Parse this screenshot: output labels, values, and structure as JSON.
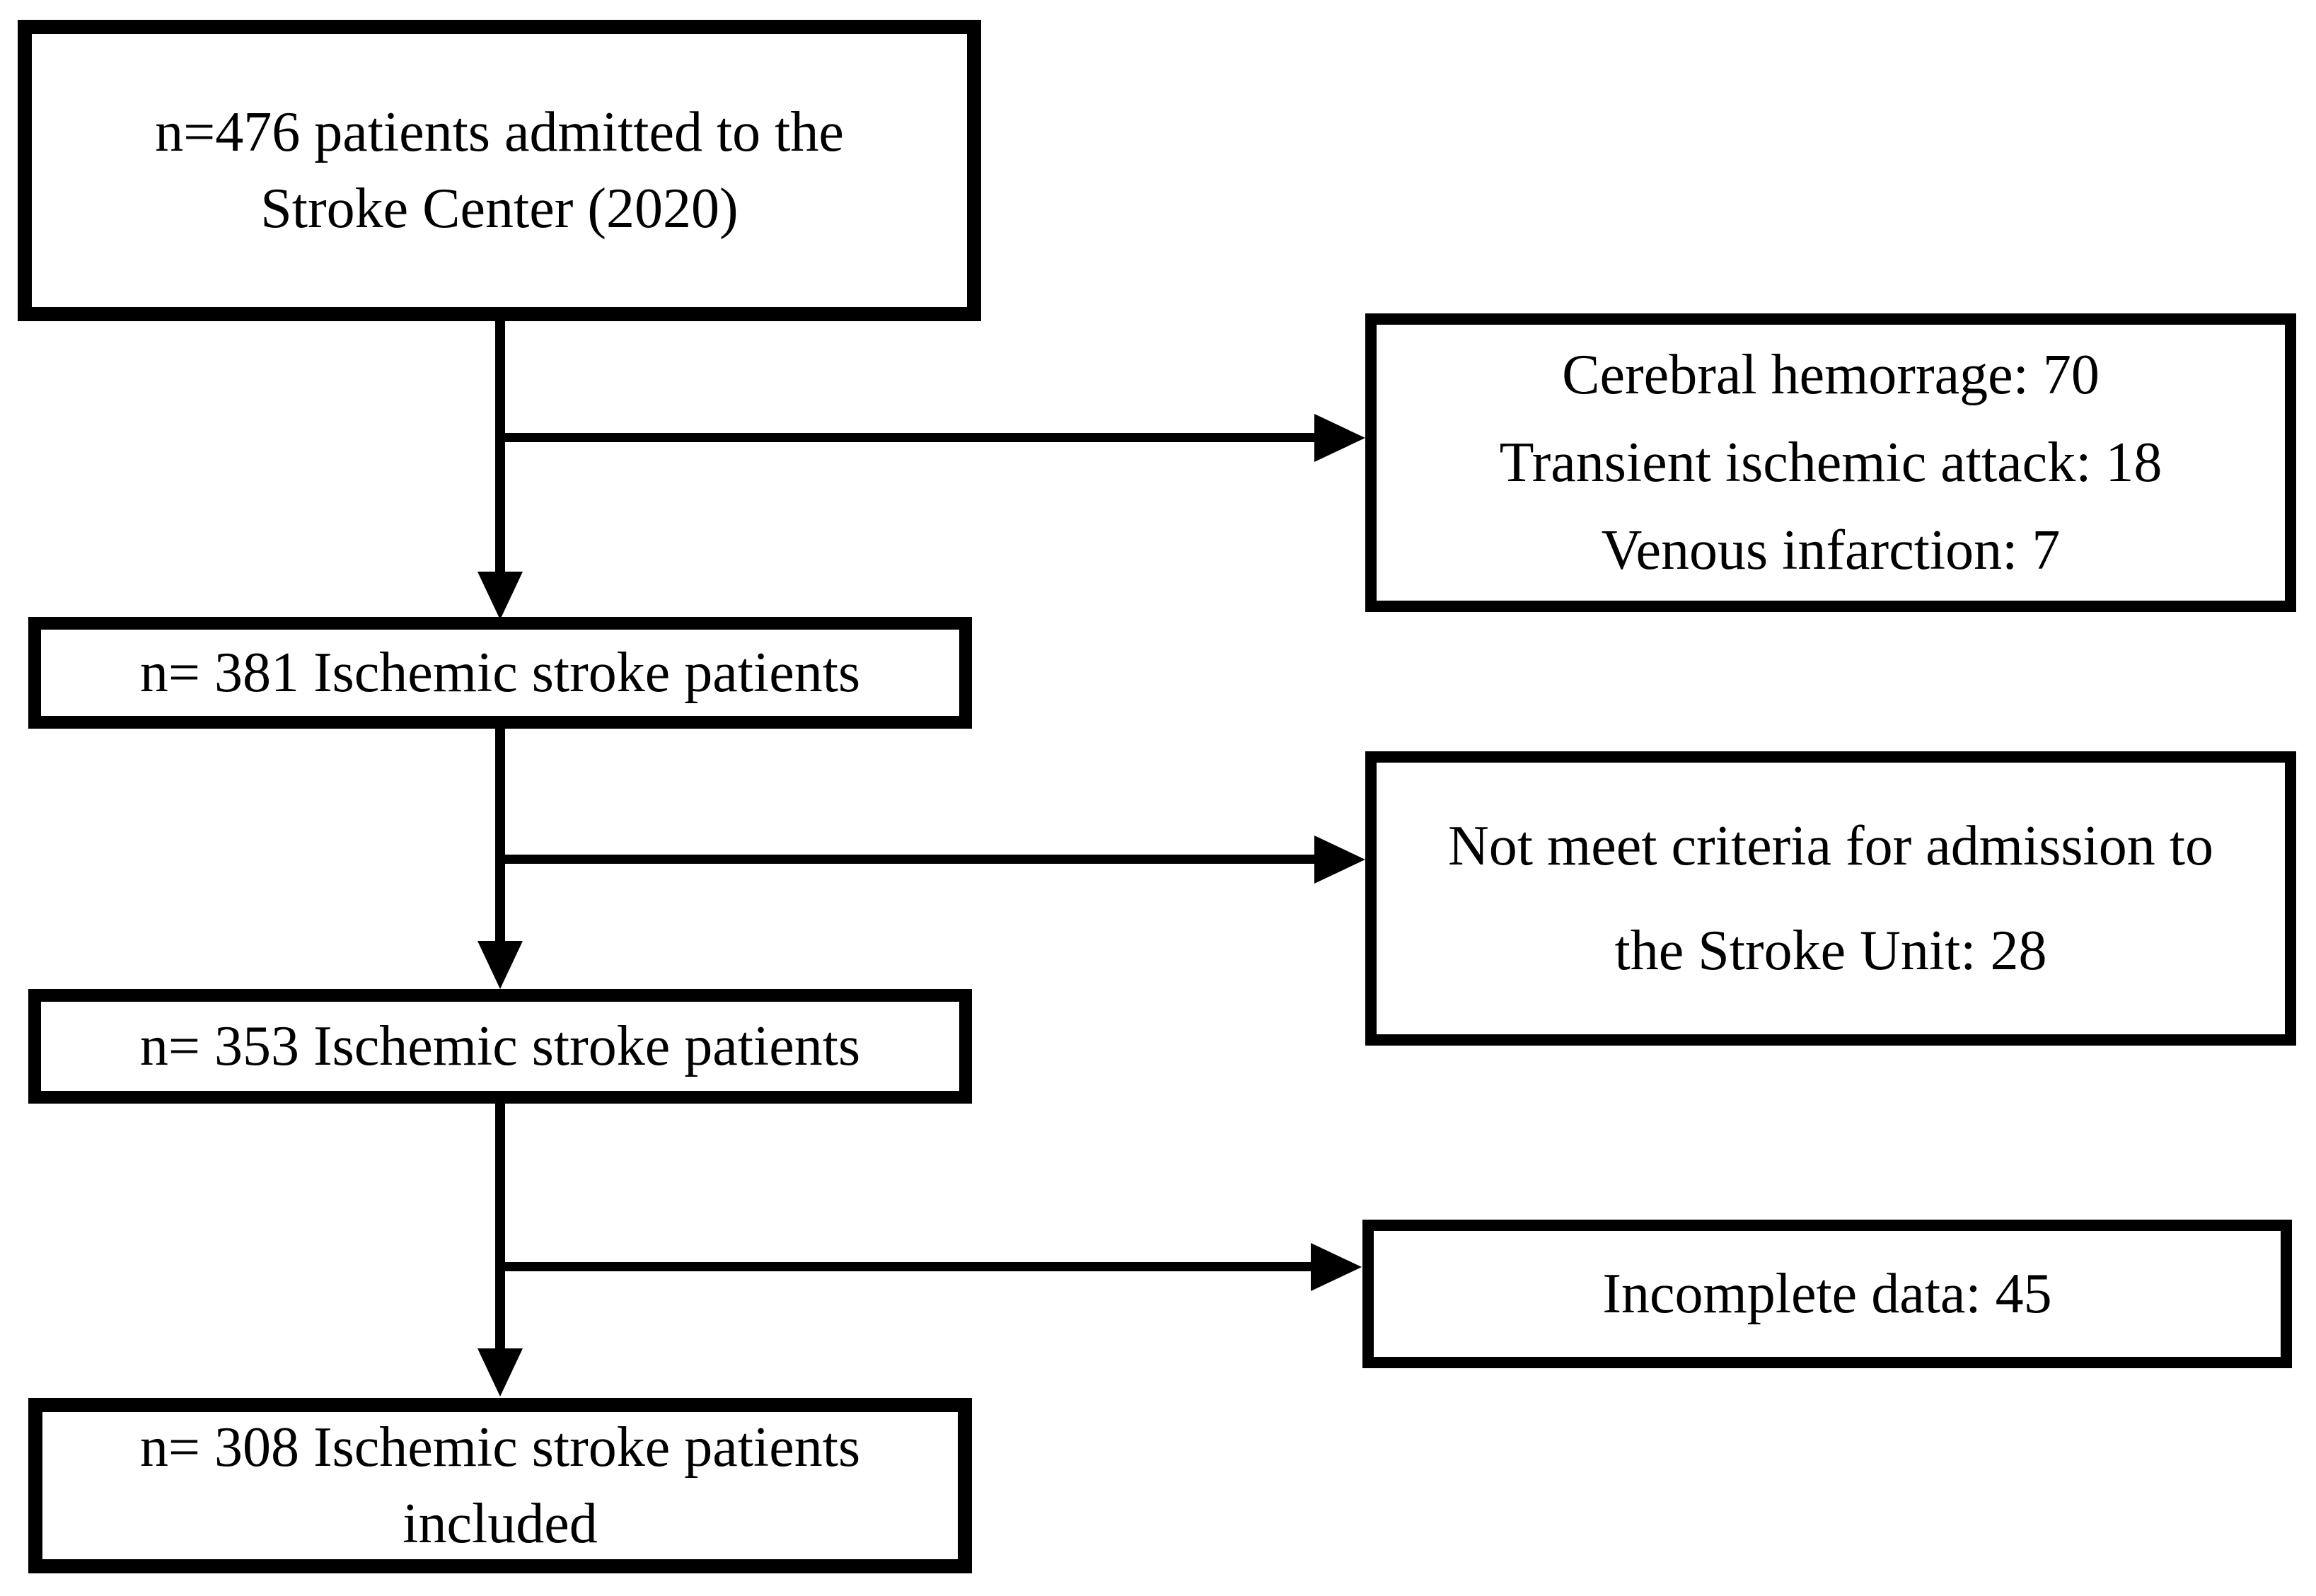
{
  "figure": {
    "type": "patient-flow-diagram",
    "background_color": "#ffffff",
    "line_color": "#000000",
    "text_color": "#000000"
  },
  "flowchart": {
    "nodes": {
      "admitted": {
        "lines": [
          "n=476 patients admitted to the",
          "Stroke Center (2020)"
        ]
      },
      "excluded_initial": {
        "lines": [
          "Cerebral hemorrage: 70",
          "Transient ischemic attack: 18",
          "Venous infarction: 7"
        ]
      },
      "ischemic_381": {
        "lines": [
          "n= 381 Ischemic stroke patients"
        ]
      },
      "excluded_criteria": {
        "lines": [
          "Not meet criteria for admission to",
          "the Stroke Unit: 28"
        ]
      },
      "ischemic_353": {
        "lines": [
          "n= 353 Ischemic stroke patients"
        ]
      },
      "excluded_incomplete": {
        "lines": [
          "Incomplete data: 45"
        ]
      },
      "included_308": {
        "lines": [
          "n= 308 Ischemic stroke patients",
          "included"
        ]
      }
    },
    "edges": [
      {
        "from": "admitted",
        "to": "ischemic_381"
      },
      {
        "from": "admitted",
        "to": "excluded_initial"
      },
      {
        "from": "ischemic_381",
        "to": "ischemic_353"
      },
      {
        "from": "ischemic_381",
        "to": "excluded_criteria"
      },
      {
        "from": "ischemic_353",
        "to": "included_308"
      },
      {
        "from": "ischemic_353",
        "to": "excluded_incomplete"
      }
    ]
  }
}
